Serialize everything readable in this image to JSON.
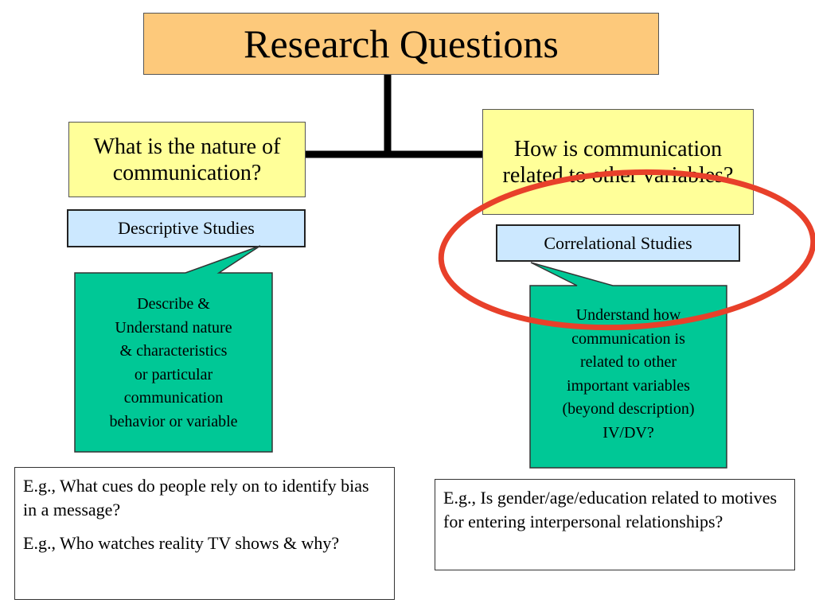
{
  "title": "Research Questions",
  "left": {
    "question": "What is the nature of communication?",
    "study": "Descriptive Studies",
    "callout_lines": [
      "Describe &",
      "Understand nature",
      "& characteristics",
      "or particular",
      "communication",
      "behavior or variable"
    ],
    "examples": [
      "E.g., What cues do people rely on to identify bias in a message?",
      "E.g., Who watches reality TV shows & why?"
    ]
  },
  "right": {
    "question": "How is communication related to other variables?",
    "study": "Correlational Studies",
    "callout_lines": [
      "Understand how",
      "communication is",
      "related to other",
      "important variables",
      "(beyond description)",
      "IV/DV?"
    ],
    "examples": [
      "E.g., Is gender/age/education related to motives for entering interpersonal relationships?"
    ]
  },
  "colors": {
    "title_fill": "#fdc97b",
    "question_fill": "#ffff99",
    "study_fill": "#cce8ff",
    "callout_fill": "#00c896",
    "highlight_ring": "#e8402a"
  }
}
